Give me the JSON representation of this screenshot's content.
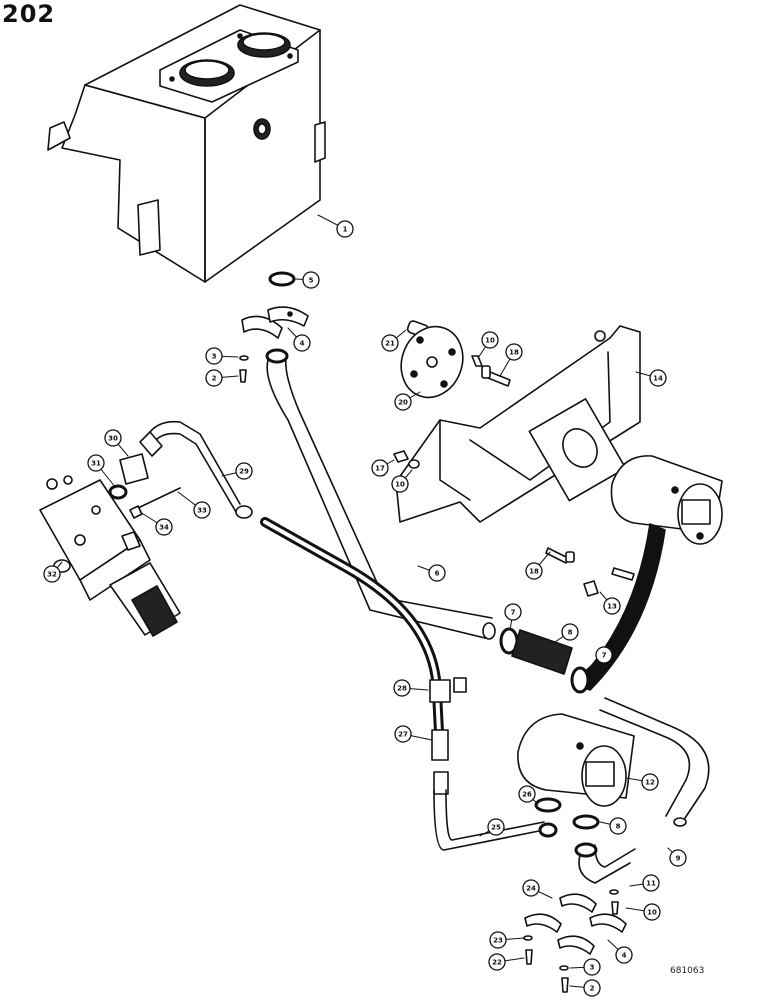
{
  "page_number": "202",
  "reference_code": "681063",
  "callouts": [
    {
      "id": "c1",
      "label": "1"
    },
    {
      "id": "c5",
      "label": "5"
    },
    {
      "id": "c4a",
      "label": "4"
    },
    {
      "id": "c3a",
      "label": "3"
    },
    {
      "id": "c2a",
      "label": "2"
    },
    {
      "id": "c21",
      "label": "21"
    },
    {
      "id": "c20",
      "label": "20"
    },
    {
      "id": "c10a",
      "label": "10"
    },
    {
      "id": "c18a",
      "label": "18"
    },
    {
      "id": "c14",
      "label": "14"
    },
    {
      "id": "c17",
      "label": "17"
    },
    {
      "id": "c10b",
      "label": "10"
    },
    {
      "id": "c30",
      "label": "30"
    },
    {
      "id": "c31",
      "label": "31"
    },
    {
      "id": "c29",
      "label": "29"
    },
    {
      "id": "c33",
      "label": "33"
    },
    {
      "id": "c34",
      "label": "34"
    },
    {
      "id": "c32",
      "label": "32"
    },
    {
      "id": "c6",
      "label": "6"
    },
    {
      "id": "c18b",
      "label": "18"
    },
    {
      "id": "c13",
      "label": "13"
    },
    {
      "id": "c7a",
      "label": "7"
    },
    {
      "id": "c8a",
      "label": "8"
    },
    {
      "id": "c7b",
      "label": "7"
    },
    {
      "id": "c28",
      "label": "28"
    },
    {
      "id": "c27",
      "label": "27"
    },
    {
      "id": "c12",
      "label": "12"
    },
    {
      "id": "c26",
      "label": "26"
    },
    {
      "id": "c8b",
      "label": "8"
    },
    {
      "id": "c25",
      "label": "25"
    },
    {
      "id": "c9",
      "label": "9"
    },
    {
      "id": "c24",
      "label": "24"
    },
    {
      "id": "c11",
      "label": "11"
    },
    {
      "id": "c10c",
      "label": "10"
    },
    {
      "id": "c23",
      "label": "23"
    },
    {
      "id": "c4b",
      "label": "4"
    },
    {
      "id": "c22",
      "label": "22"
    },
    {
      "id": "c3b",
      "label": "3"
    },
    {
      "id": "c2b",
      "label": "2"
    }
  ]
}
